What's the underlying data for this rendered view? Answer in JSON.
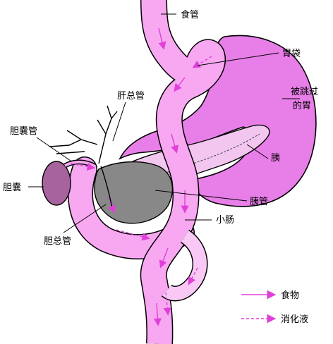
{
  "labels": {
    "esophagus": "食管",
    "gastric_pouch": "胃袋",
    "bypassed_stomach": "被跳过的胃",
    "hepatic_duct": "肝总管",
    "gallbladder_duct": "胆囊管",
    "gallbladder": "胆囊",
    "pancreas": "胰",
    "pancreatic_duct": "胰管",
    "small_intestine": "小肠",
    "common_bile_duct": "胆总管"
  },
  "legend": {
    "food": "食物",
    "digestive_juice": "消化液"
  },
  "colors": {
    "stomach": "#e87ee8",
    "pouch_tube": "#f7a8f1",
    "intestine_light": "#f9c8f5",
    "pancreas": "#f3c6f0",
    "duodenum_dark": "#888888",
    "gallbladder": "#a7639d",
    "arrow": "#e040d8",
    "outline": "#000000"
  }
}
